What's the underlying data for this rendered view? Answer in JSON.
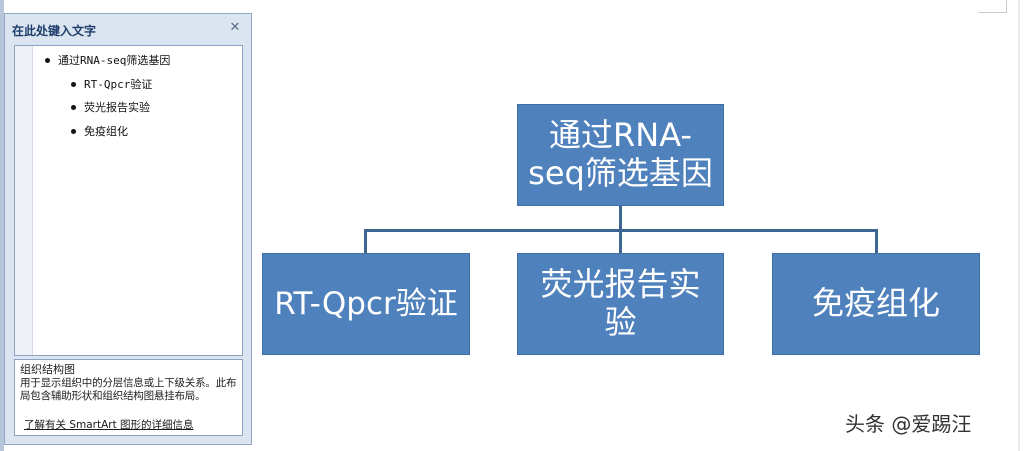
{
  "text_pane": {
    "title": "在此处键入文字",
    "close_glyph": "✕",
    "bullets": [
      {
        "level": 1,
        "text": "通过RNA-seq筛选基因"
      },
      {
        "level": 2,
        "text": "RT-Qpcr验证"
      },
      {
        "level": 2,
        "text": "荧光报告实验"
      },
      {
        "level": 2,
        "text": "免疫组化"
      }
    ],
    "description": {
      "title": "组织结构图",
      "text": "用于显示组织中的分层信息或上下级关系。此布局包含辅助形状和组织结构图悬挂布局。",
      "link": "了解有关 SmartArt 图形的详细信息"
    }
  },
  "diagram": {
    "fill_color": "#4f81bd",
    "connector_color": "#3d6591",
    "root": {
      "label": "通过RNA-seq筛选基因"
    },
    "children": [
      {
        "label": "RT-Qpcr验证"
      },
      {
        "label": "荧光报告实验"
      },
      {
        "label": "免疫组化"
      }
    ]
  },
  "watermark": {
    "text": "头条 @爱踢汪"
  }
}
